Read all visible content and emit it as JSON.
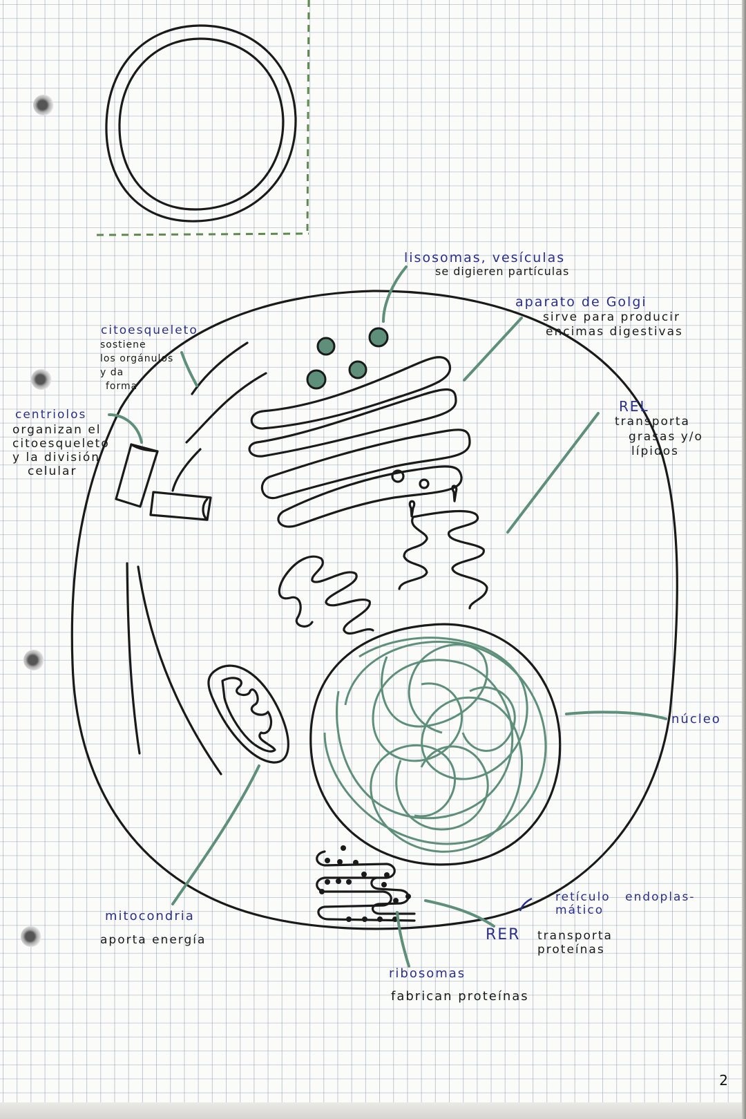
{
  "page": {
    "page_number": "2",
    "paper": "graph-paper notebook sheet",
    "colors": {
      "ink_black": "#1a1a1a",
      "ink_blue": "#2a2f8e",
      "ink_green": "#5e8f7a",
      "grid": "#8c9ab0"
    }
  },
  "diagram": {
    "title_figure": "empty double circle in dashed green box",
    "labels": {
      "lisosomas": {
        "name": "lisosomas, vesículas",
        "desc": "se digieren partículas"
      },
      "golgi": {
        "name": "aparato de Golgi",
        "desc_line1": "sirve para producir",
        "desc_line2": "encimas digestivas"
      },
      "citoesqueleto": {
        "name": "citoesqueleto",
        "desc_line1": "sostiene",
        "desc_line2": "los orgánulos",
        "desc_line3": "y da",
        "desc_line4": "forma"
      },
      "centriolos": {
        "name": "centriolos",
        "desc_line1": "organizan el",
        "desc_line2": "citoesqueleto",
        "desc_line3": "y la división",
        "desc_line4": "celular"
      },
      "rel": {
        "name": "REL",
        "desc_line1": "transporta",
        "desc_line2": "grasas y/o",
        "desc_line3": "lípidos"
      },
      "nucleo": {
        "name": "núcleo"
      },
      "mitocondria": {
        "name": "mitocondria",
        "desc": "aporta energía"
      },
      "reticulo": {
        "name_line1": "retículo endoplas-",
        "name_line2": "mático"
      },
      "rer": {
        "name": "RER",
        "desc_line1": "transporta",
        "desc_line2": "proteínas"
      },
      "ribosomas": {
        "name": "ribosomas",
        "desc": "fabrican proteínas"
      }
    }
  }
}
